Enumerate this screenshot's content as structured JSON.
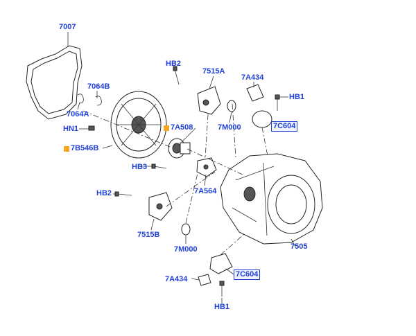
{
  "labels": {
    "p7007": "7007",
    "p7064B": "7064B",
    "p7064A": "7064A",
    "hn1": "HN1",
    "p7B546B": "7B546B",
    "p7A508": "7A508",
    "hb2_top": "HB2",
    "p7515A": "7515A",
    "p7M000_top": "7M000",
    "p7A434_top": "7A434",
    "hb1_top": "HB1",
    "p7C604_top": "7C604",
    "hb3": "HB3",
    "p7A564": "7A564",
    "hb2_mid": "HB2",
    "p7515B": "7515B",
    "p7M000_bot": "7M000",
    "p7505": "7505",
    "p7A434_bot": "7A434",
    "p7C604_bot": "7C604",
    "hb1_bot": "HB1"
  },
  "colors": {
    "label": "#1f3fd6",
    "highlight": "#f5a623"
  }
}
